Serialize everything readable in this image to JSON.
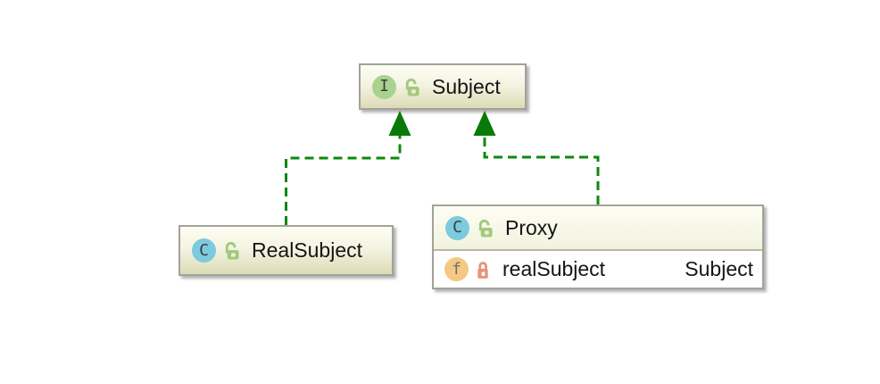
{
  "diagram": {
    "type": "uml-class-diagram",
    "pattern": "Proxy",
    "nodes": {
      "subject": {
        "kind": "interface",
        "icon": "interface-icon",
        "icon_letter": "I",
        "visibility_icon": "unlocked-icon",
        "title": "Subject"
      },
      "realsubject": {
        "kind": "class",
        "icon": "class-icon",
        "icon_letter": "C",
        "visibility_icon": "unlocked-icon",
        "title": "RealSubject"
      },
      "proxy": {
        "kind": "class",
        "icon": "class-icon",
        "icon_letter": "C",
        "visibility_icon": "unlocked-icon",
        "title": "Proxy",
        "fields": [
          {
            "icon": "field-icon",
            "icon_letter": "f",
            "visibility_icon": "locked-icon",
            "name": "realSubject",
            "type": "Subject"
          }
        ]
      }
    },
    "edges": [
      {
        "from": "RealSubject",
        "to": "Subject",
        "relation": "implements",
        "line": "dashed",
        "arrowhead": "solid-triangle"
      },
      {
        "from": "Proxy",
        "to": "Subject",
        "relation": "implements",
        "line": "dashed",
        "arrowhead": "solid-triangle"
      }
    ],
    "colors": {
      "edge_line": "#0b8a0b",
      "arrow_fill": "#087a08",
      "node_border": "#a2a29a",
      "node_gradient_top": "#fdfdf3",
      "node_gradient_bottom": "#dcdbb6",
      "field_row_bg": "#ffffff",
      "interface_icon_bg": "#a9d28f",
      "class_icon_bg": "#7ccade",
      "field_icon_bg": "#f5c982",
      "public_lock": "#a3c97d",
      "private_lock": "#e8927a",
      "text": "#141414"
    }
  }
}
